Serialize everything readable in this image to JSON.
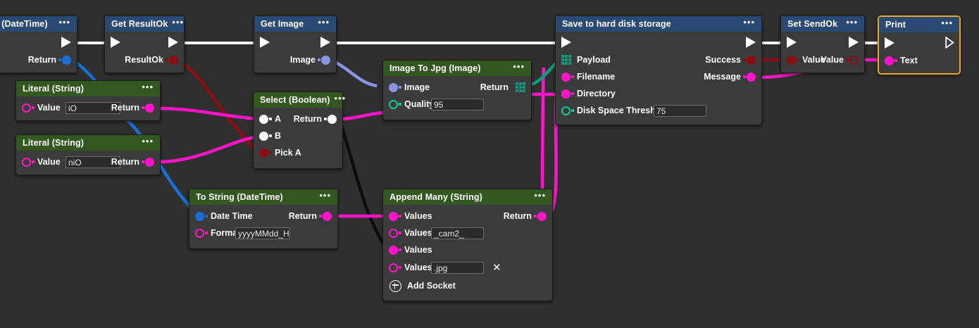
{
  "app": {
    "kind": "visual-scripting-graph-editor",
    "canvas_background": "#2f2f2f"
  },
  "colors": {
    "header_event": "#2a4a73",
    "header_pure": "#33581f",
    "node_body": "#3b3b3b",
    "selection": "#f0a32a",
    "exec_wire": "#f2f2f2",
    "string_pin": "#ff14c8",
    "bool_pin": "#8b0f12",
    "datetime_pin": "#1a6fd4",
    "image_pin": "#8a94e0",
    "number_pin": "#16c79a",
    "array_pin": "#0f9b7e",
    "wildcard_pin": "#ffffff",
    "black_wire": "#0d0d0d"
  },
  "nodes": [
    {
      "id": "now",
      "title": "Now (DateTime)",
      "menu": "•••",
      "header_style": "blue",
      "selected": false,
      "exec_in": "hollow",
      "exec_out": "solid",
      "outputs": [
        {
          "label": "Return",
          "pin": "datetime",
          "style": "fill"
        }
      ]
    },
    {
      "id": "get_resultok",
      "title": "Get ResultOk",
      "menu": "•••",
      "header_style": "blue",
      "selected": false,
      "exec_in": "solid",
      "exec_out": "solid",
      "outputs": [
        {
          "label": "ResultOk",
          "pin": "bool",
          "style": "fill"
        }
      ]
    },
    {
      "id": "get_image",
      "title": "Get Image",
      "menu": "•••",
      "header_style": "blue",
      "selected": false,
      "exec_in": "solid",
      "exec_out": "solid",
      "outputs": [
        {
          "label": "Image",
          "pin": "image",
          "style": "fill"
        }
      ]
    },
    {
      "id": "save_disk",
      "title": "Save to hard disk storage",
      "menu": "•••",
      "header_style": "blue",
      "selected": false,
      "exec_in": "solid",
      "exec_out": "solid",
      "inputs": [
        {
          "label": "Payload",
          "pin": "array",
          "style": "grid"
        },
        {
          "label": "Filename",
          "pin": "string",
          "style": "fill"
        },
        {
          "label": "Directory",
          "pin": "string",
          "style": "fill"
        },
        {
          "label": "Disk Space Threshold",
          "pin": "number",
          "style": "hollow",
          "value": "75"
        }
      ],
      "outputs": [
        {
          "label": "Success",
          "pin": "bool",
          "style": "fill"
        },
        {
          "label": "Message",
          "pin": "string",
          "style": "fill"
        }
      ]
    },
    {
      "id": "set_sendok",
      "title": "Set SendOk",
      "menu": "•••",
      "header_style": "blue",
      "selected": false,
      "exec_in": "solid",
      "exec_out": "solid",
      "inputs": [
        {
          "label": "Value",
          "pin": "bool",
          "style": "fill"
        }
      ],
      "outputs": [
        {
          "label": "Value",
          "pin": "bool",
          "style": "hollow"
        }
      ]
    },
    {
      "id": "print",
      "title": "Print",
      "menu": "•••",
      "header_style": "blue",
      "selected": true,
      "exec_in": "solid",
      "exec_out": "hollow",
      "inputs": [
        {
          "label": "Text",
          "pin": "string",
          "style": "fill"
        }
      ]
    },
    {
      "id": "literal_io",
      "title": "Literal (String)",
      "menu": "•••",
      "header_style": "green",
      "selected": false,
      "inputs": [
        {
          "label": "Value",
          "pin": "string",
          "style": "hollow",
          "value": "iO"
        }
      ],
      "outputs": [
        {
          "label": "Return",
          "pin": "string",
          "style": "fill"
        }
      ]
    },
    {
      "id": "literal_nio",
      "title": "Literal (String)",
      "menu": "•••",
      "header_style": "green",
      "selected": false,
      "inputs": [
        {
          "label": "Value",
          "pin": "string",
          "style": "hollow",
          "value": "niO"
        }
      ],
      "outputs": [
        {
          "label": "Return",
          "pin": "string",
          "style": "fill"
        }
      ]
    },
    {
      "id": "select_bool",
      "title": "Select (Boolean)",
      "menu": "•••",
      "header_style": "green",
      "selected": false,
      "inputs": [
        {
          "label": "A",
          "pin": "wildcard",
          "style": "fill"
        },
        {
          "label": "B",
          "pin": "wildcard",
          "style": "fill"
        },
        {
          "label": "Pick A",
          "pin": "bool",
          "style": "fill"
        }
      ],
      "outputs": [
        {
          "label": "Return",
          "pin": "wildcard",
          "style": "fill"
        }
      ]
    },
    {
      "id": "image_to_jpg",
      "title": "Image To Jpg (Image)",
      "menu": "•••",
      "header_style": "green",
      "selected": false,
      "inputs": [
        {
          "label": "Image",
          "pin": "image",
          "style": "fill"
        },
        {
          "label": "Quality",
          "pin": "number",
          "style": "hollow",
          "value": "95"
        }
      ],
      "outputs": [
        {
          "label": "Return",
          "pin": "array",
          "style": "grid"
        }
      ]
    },
    {
      "id": "to_string_dt",
      "title": "To String (DateTime)",
      "menu": "•••",
      "header_style": "green",
      "selected": false,
      "inputs": [
        {
          "label": "Date Time",
          "pin": "datetime",
          "style": "fill"
        },
        {
          "label": "Format",
          "pin": "string",
          "style": "hollow",
          "value": "yyyyMMdd_HH"
        }
      ],
      "outputs": [
        {
          "label": "Return",
          "pin": "string",
          "style": "fill"
        }
      ]
    },
    {
      "id": "append_many",
      "title": "Append Many (String)",
      "menu": "•••",
      "header_style": "green",
      "selected": false,
      "inputs": [
        {
          "label": "Values",
          "pin": "string",
          "style": "fill"
        },
        {
          "label": "Values",
          "pin": "string",
          "style": "hollow",
          "value": "_cam2_"
        },
        {
          "label": "Values",
          "pin": "string",
          "style": "fill"
        },
        {
          "label": "Values",
          "pin": "string",
          "style": "hollow",
          "value": ".jpg",
          "remove": "✕"
        }
      ],
      "outputs": [
        {
          "label": "Return",
          "pin": "string",
          "style": "fill"
        }
      ],
      "add_socket_label": "Add Socket"
    }
  ]
}
